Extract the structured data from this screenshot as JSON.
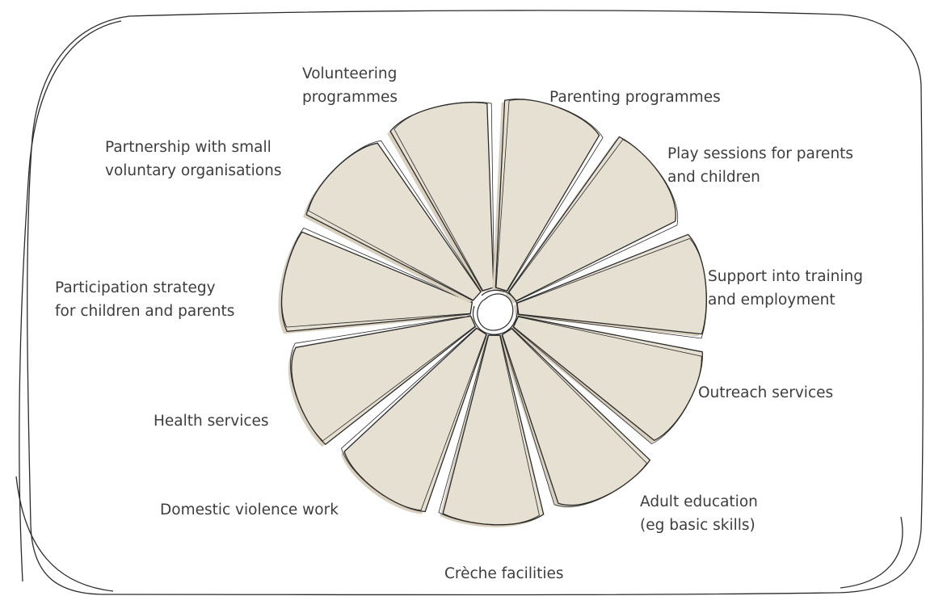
{
  "colors": {
    "ink": "#2b2b2b",
    "petal_fill": "#e6e0d2",
    "petal_shadow": "#d8cfbd",
    "text": "#3d3d3d",
    "background": "#ffffff"
  },
  "segments": [
    {
      "id": "volunteering",
      "lines": [
        "Volunteering",
        "programmes"
      ]
    },
    {
      "id": "parenting",
      "lines": [
        "Parenting programmes"
      ]
    },
    {
      "id": "play-sessions",
      "lines": [
        "Play sessions for parents",
        "and children"
      ]
    },
    {
      "id": "training-employment",
      "lines": [
        "Support into training",
        "and employment"
      ]
    },
    {
      "id": "outreach",
      "lines": [
        "Outreach services"
      ]
    },
    {
      "id": "adult-education",
      "lines": [
        "Adult education",
        "(eg basic skills)"
      ]
    },
    {
      "id": "creche",
      "lines": [
        "Crèche facilities"
      ]
    },
    {
      "id": "domestic-violence",
      "lines": [
        "Domestic violence work"
      ]
    },
    {
      "id": "health",
      "lines": [
        "Health services"
      ]
    },
    {
      "id": "participation",
      "lines": [
        "Participation strategy",
        "for children and parents"
      ]
    },
    {
      "id": "partnership",
      "lines": [
        "Partnership with small",
        "voluntary organisations"
      ]
    }
  ]
}
